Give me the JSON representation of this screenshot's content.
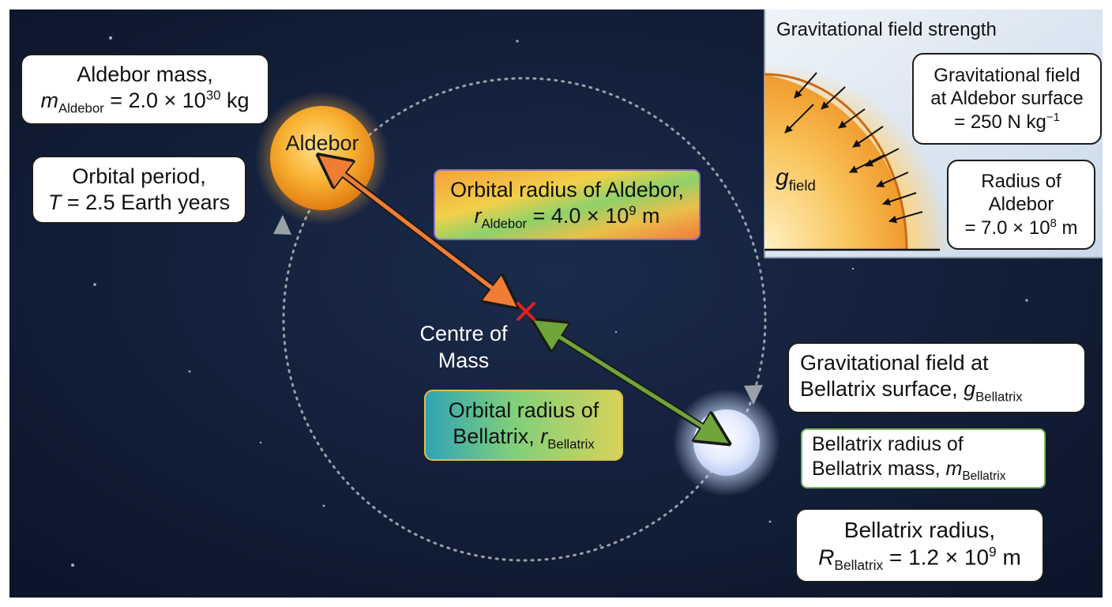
{
  "colors": {
    "space_bg": "#101b33",
    "inset_bg": "#dde7f2",
    "aldebor_star": "#f6a623",
    "bellatrix_star": "#dfe9ff",
    "arrow_aldebor": "#f07d34",
    "arrow_bellatrix": "#6fa53a",
    "centre_mark": "#e02020",
    "orbit": "#9aa0a8",
    "box_bellatrix_mass_border": "#79b85a"
  },
  "stars": {
    "aldebor_label": "Aldebor"
  },
  "centre": {
    "line1": "Centre of",
    "line2": "Mass"
  },
  "aldebor_mass": {
    "line1": "Aldebor mass,",
    "symbol": "m",
    "symbol_sub": "Aldebor",
    "value_pre": " = 2.0 × 10",
    "value_exp": "30",
    "value_unit": " kg"
  },
  "orbital_period": {
    "line1": "Orbital period,",
    "symbol": "T",
    "value": " = 2.5 Earth years"
  },
  "orbital_radius_aldebor": {
    "line1": "Orbital radius of Aldebor,",
    "symbol": "r",
    "symbol_sub": "Aldebor",
    "value_pre": " = 4.0 × 10",
    "value_exp": "9",
    "value_unit": " m"
  },
  "orbital_radius_bellatrix": {
    "line1": "Orbital radius of",
    "line2_pre": "Bellatrix, ",
    "symbol": "r",
    "symbol_sub": "Bellatrix"
  },
  "g_bellatrix": {
    "line1": "Gravitational field at",
    "line2_pre": "Bellatrix surface, ",
    "symbol": "g",
    "symbol_sub": "Bellatrix"
  },
  "bellatrix_mass": {
    "line1": "Bellatrix radius of",
    "line2_pre": "Bellatrix mass, ",
    "symbol": "m",
    "symbol_sub": "Bellatrix"
  },
  "bellatrix_radius": {
    "line1": "Bellatrix radius,",
    "symbol": "R",
    "symbol_sub": "Bellatrix",
    "value_pre": " = 1.2 × 10",
    "value_exp": "9",
    "value_unit": " m"
  },
  "inset": {
    "title": "Gravitational field strength",
    "g_symbol": "g",
    "g_sub": "field",
    "surface_box_line1": "Gravitational field",
    "surface_box_line2": "at Aldebor surface",
    "surface_box_value_pre": "= 250 N kg",
    "surface_box_value_exp": "−1",
    "radius_box_line1": "Radius of",
    "radius_box_line2": "Aldebor",
    "radius_box_value_pre": "= 7.0 × 10",
    "radius_box_value_exp": "8",
    "radius_box_value_unit": " m"
  }
}
